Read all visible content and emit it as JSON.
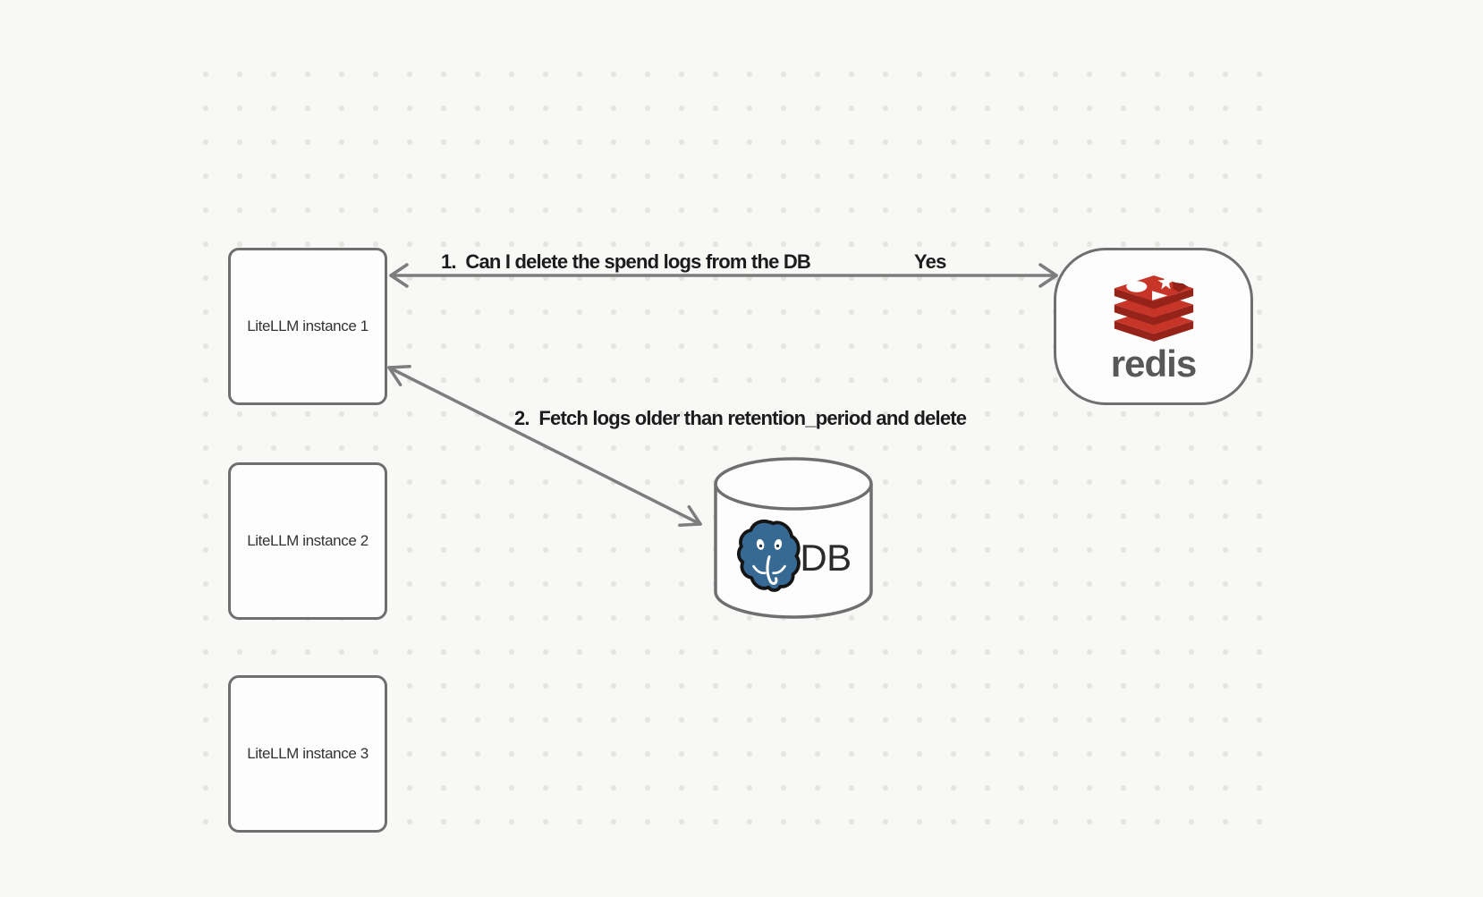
{
  "canvas": {
    "background": "#f8f8f7",
    "dot_color": "#e7e5e2"
  },
  "colors": {
    "node_border": "#6f6f6f",
    "arrow": "#7d7d7d",
    "label_text": "#1c1c1c",
    "redis_red": "#C73528",
    "redis_red_dark": "#96231A",
    "redis_wordmark_gray": "#58585a",
    "postgres_blue": "#366993"
  },
  "nodes": {
    "litellm_instances": [
      {
        "label": "LiteLLM instance 1"
      },
      {
        "label": "LiteLLM instance 2"
      },
      {
        "label": "LiteLLM instance 3"
      }
    ],
    "redis": {
      "wordmark": "redis"
    },
    "database": {
      "label": "DB"
    }
  },
  "edges": [
    {
      "label": "1.  Can I delete the spend logs from the DB",
      "response": "Yes"
    },
    {
      "label": "2.  Fetch logs older than retention_period and delete"
    }
  ]
}
